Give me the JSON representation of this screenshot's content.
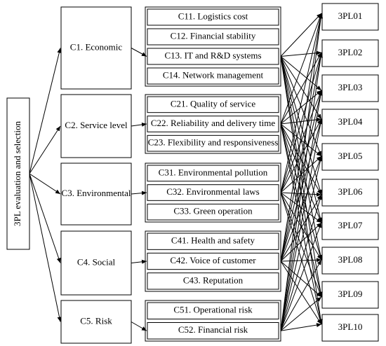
{
  "goal": {
    "label": "3PL evaluation and selection"
  },
  "criteria": [
    {
      "label": "C1. Economic",
      "subcriteria": [
        "C11. Logistics cost",
        "C12. Financial stability",
        "C13. IT and R&D systems",
        "C14. Network management"
      ]
    },
    {
      "label": "C2. Service level",
      "subcriteria": [
        "C21. Quality of service",
        "C22. Reliability and delivery time",
        "C23. Flexibility and responsiveness"
      ]
    },
    {
      "label": "C3. Environmental",
      "subcriteria": [
        "C31. Environmental pollution",
        "C32. Environmental laws",
        "C33. Green operation"
      ]
    },
    {
      "label": "C4. Social",
      "subcriteria": [
        "C41. Health and safety",
        "C42. Voice of customer",
        "C43. Reputation"
      ]
    },
    {
      "label": "C5. Risk",
      "subcriteria": [
        "C51. Operational risk",
        "C52. Financial risk"
      ]
    }
  ],
  "alternatives": [
    "3PL01",
    "3PL02",
    "3PL03",
    "3PL04",
    "3PL05",
    "3PL06",
    "3PL07",
    "3PL08",
    "3PL09",
    "3PL10"
  ],
  "colors": {
    "stroke": "#000000",
    "background": "#ffffff",
    "text": "#000000"
  }
}
